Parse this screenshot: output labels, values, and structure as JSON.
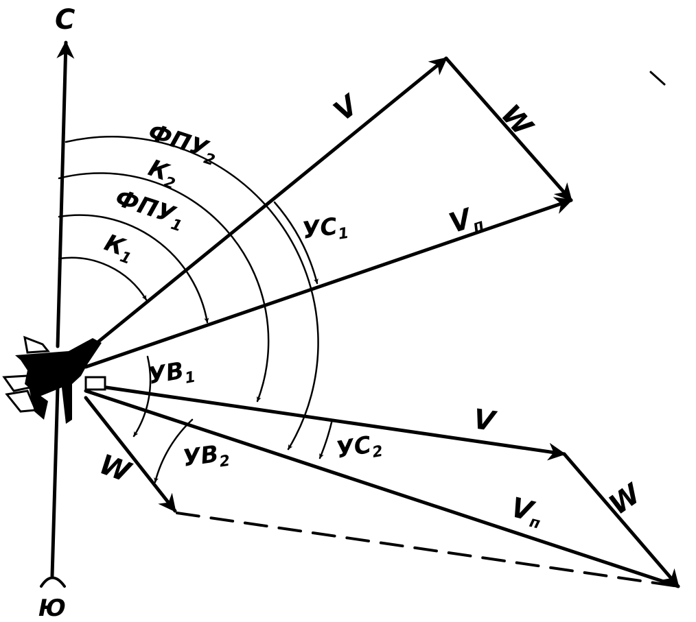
{
  "labels": {
    "north": "С",
    "south": "Ю",
    "v_top": "V",
    "w_top": "W",
    "vn_top": "V",
    "vn_top_sub": "п",
    "fpu2": "ФПУ",
    "fpu2_sub": "2",
    "k2": "К",
    "k2_sub": "2",
    "fpu1": "ФПУ",
    "fpu1_sub": "1",
    "k1": "К",
    "k1_sub": "1",
    "yc1": "УС",
    "yc1_sub": "1",
    "yb1": "УВ",
    "yb1_sub": "1",
    "v_bottom": "V",
    "yc2": "УС",
    "yc2_sub": "2",
    "w_left": "W",
    "yb2": "УВ",
    "yb2_sub": "2",
    "vn_bottom": "V",
    "vn_bottom_sub": "п",
    "w_bottom": "W"
  },
  "colors": {
    "ink": "#000000",
    "paper": "#ffffff"
  },
  "icons": {
    "aircraft": "aircraft-icon"
  }
}
